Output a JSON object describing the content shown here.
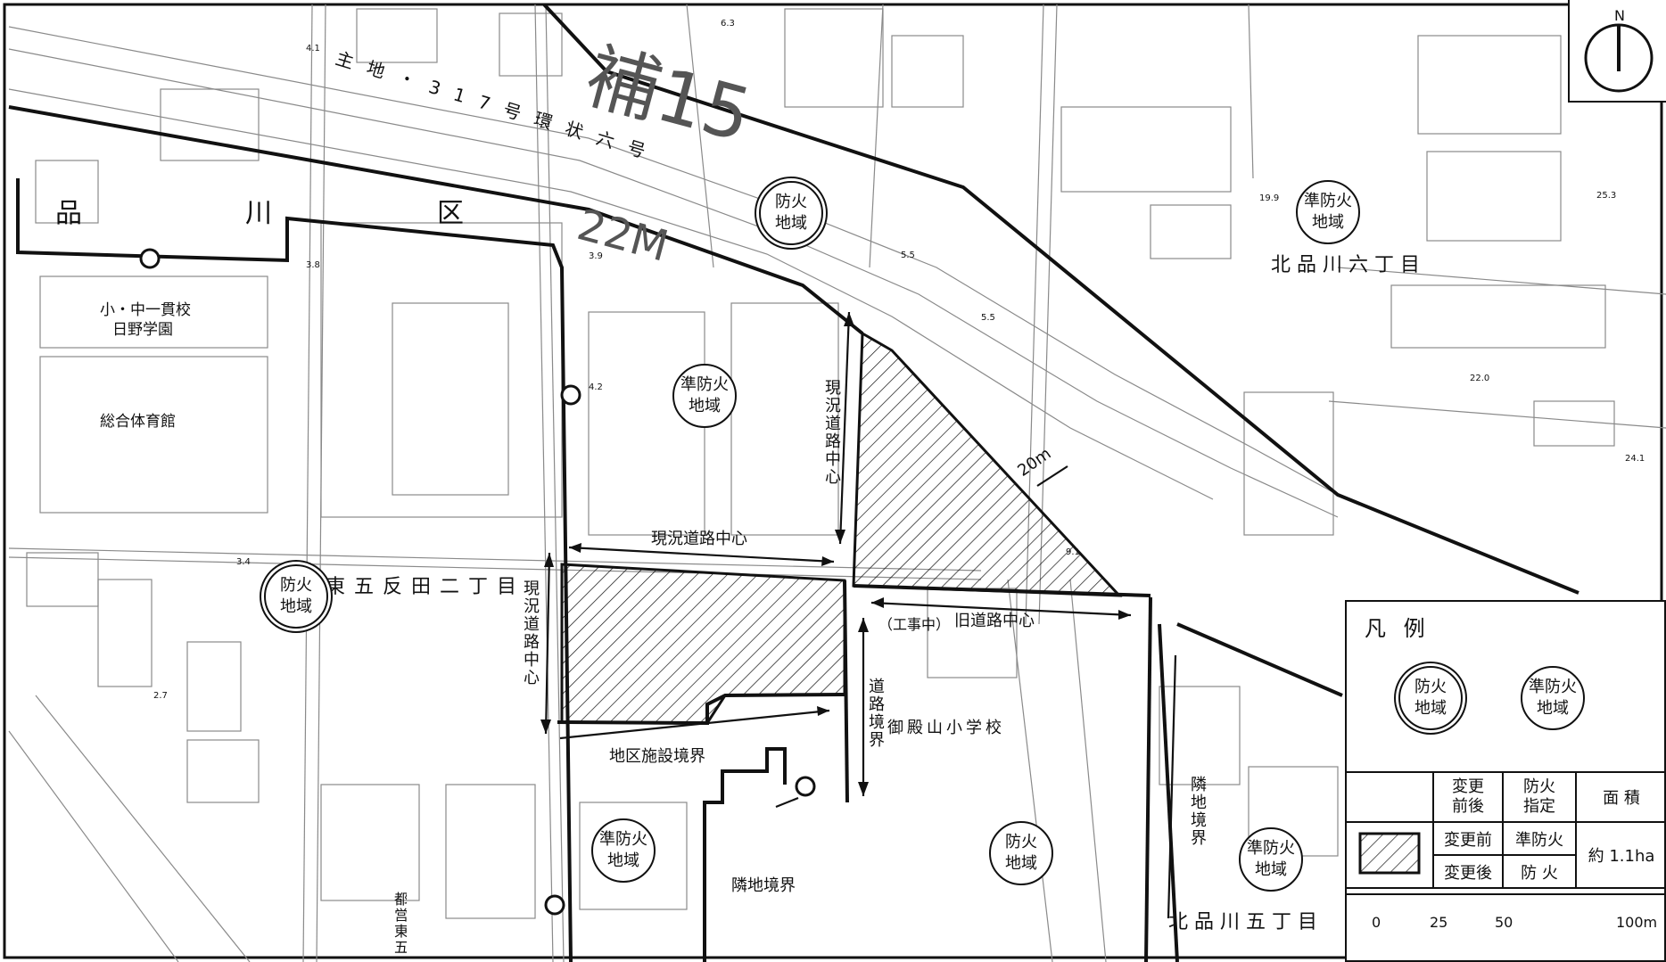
{
  "route": {
    "name": "補15",
    "width": "22M",
    "road_name": "主 地 ・ 3 1 7 号 環 状 六 号"
  },
  "wards": {
    "shinagawa": [
      "品",
      "川",
      "区"
    ]
  },
  "facilities": {
    "school_1": [
      "小・中一貫校",
      "日野学園"
    ],
    "gym": "総合体育館",
    "school_2": "御殿山小学校",
    "construction": "（工事中）",
    "housing": "都営東五反田二丁目アパ…"
  },
  "areas": {
    "higashi_gotanda": "東五反田二丁目",
    "kita_shinagawa_6": "北品川六丁目",
    "kita_shinagawa_5": "北品川五丁目"
  },
  "zones": {
    "fire": [
      "防火",
      "地域"
    ],
    "semi_fire": [
      "準防火",
      "地域"
    ]
  },
  "annotations": {
    "current_road_center": "現況道路中心",
    "old_road_center": "旧道路中心",
    "road_boundary": "道路境界",
    "district_facility_boundary": "地区施設境界",
    "adjacent_boundary": "隣地境界",
    "width_20m": "20m"
  },
  "elevations": [
    "6.3",
    "4.1",
    "3.9",
    "5.5",
    "5.5",
    "4.2",
    "3.8",
    "3.4",
    "2.7",
    "19.9",
    "25.3",
    "22.0",
    "24.1",
    "9.1"
  ],
  "legend": {
    "title": "凡 例",
    "fire": [
      "防火",
      "地域"
    ],
    "semi_fire": [
      "準防火",
      "地域"
    ],
    "headers": [
      "変更前後",
      "防火指定",
      "面 積"
    ],
    "rows": [
      {
        "change": "変更前",
        "designation": "準防火"
      },
      {
        "change": "変更後",
        "designation": "防 火"
      }
    ],
    "area": "約 1.1ha"
  },
  "scale": {
    "ticks": [
      "0",
      "25",
      "50",
      "100m"
    ]
  },
  "compass": {
    "north": "N"
  },
  "colors": {
    "ink": "#111111",
    "base_line": "#8a8a8a",
    "paper": "#ffffff"
  }
}
